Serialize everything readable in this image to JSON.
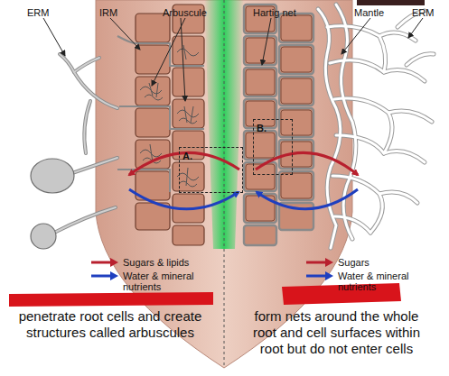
{
  "diagram": {
    "nodes": [
      {
        "text": [
          "A."
        ]
      },
      {
        "text": [
          "B."
        ]
      }
    ],
    "labels": [
      "ERM",
      "IRM",
      "Arbuscule",
      "Hartig net",
      "Mantle",
      "ERM",
      "penetrate root cells and create structures called arbuscules",
      "form nets around the whole root and cell surfaces within root but do not enter cells"
    ],
    "legend": [
      {
        "text": "Sugars & lipids"
      },
      {
        "text": "Water & mineral nutrients"
      },
      {
        "text": "Sugars"
      },
      {
        "text": "Water & mineral nutrients"
      }
    ]
  }
}
